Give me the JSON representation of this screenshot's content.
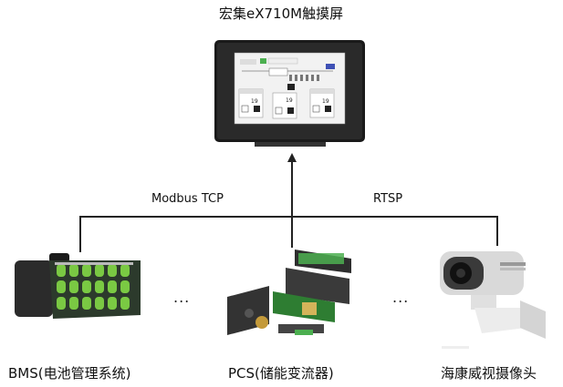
{
  "top": {
    "title": "宏集eX710M触摸屏"
  },
  "links": {
    "left_label": "Modbus TCP",
    "right_label": "RTSP"
  },
  "devices": [
    {
      "label": "BMS(电池管理系统)"
    },
    {
      "label": "PCS(储能变流器)"
    },
    {
      "label": "海康威视摄像头"
    }
  ],
  "ellipsis": "...",
  "hmi_screen": {
    "panel_values": [
      "19",
      "19",
      "19"
    ]
  }
}
